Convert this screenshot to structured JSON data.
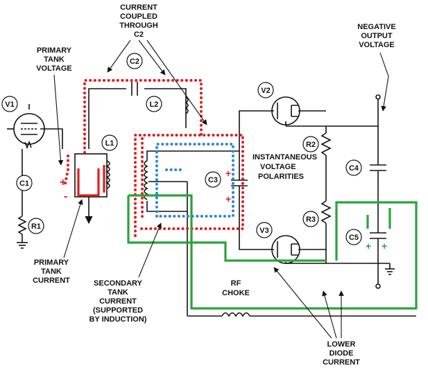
{
  "labels": {
    "current_coupled": [
      "CURRENT",
      "COUPLED",
      "THROUGH",
      "C2"
    ],
    "primary_tank_voltage": [
      "PRIMARY",
      "TANK",
      "VOLTAGE"
    ],
    "negative_output": [
      "NEGATIVE",
      "OUTPUT",
      "VOLTAGE"
    ],
    "instantaneous": [
      "INSTANTANEOUS",
      "VOLTAGE",
      "POLARITIES"
    ],
    "primary_tank_current": [
      "PRIMARY",
      "TANK",
      "CURRENT"
    ],
    "secondary_tank_current": [
      "SECONDARY",
      "TANK",
      "CURRENT",
      "(SUPPORTED",
      "BY INDUCTION)"
    ],
    "rf_choke": [
      "RF",
      "CHOKE"
    ],
    "lower_diode_current": [
      "LOWER",
      "DIODE",
      "CURRENT"
    ]
  },
  "components": {
    "v1": "V1",
    "v2": "V2",
    "v3": "V3",
    "c1": "C1",
    "c2": "C2",
    "c3": "C3",
    "c4": "C4",
    "c5": "C5",
    "l1": "L1",
    "l2": "L2",
    "r1": "R1",
    "r2": "R2",
    "r3": "R3"
  },
  "polarity_marks": {
    "plus": "+",
    "minus": "-"
  },
  "colors": {
    "primary_current": "#e11d1d",
    "secondary_current": "#2f84d8",
    "lower_diode_current": "#2aa33a",
    "wiring": "#111111"
  }
}
